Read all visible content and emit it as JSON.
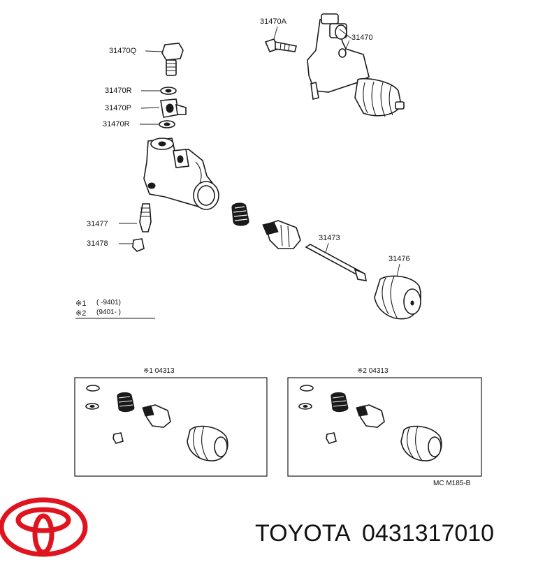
{
  "diagram": {
    "labels": {
      "p31470A": "31470A",
      "p31470": "31470",
      "p31470Q": "31470Q",
      "p31470R_top": "31470R",
      "p31470P": "31470P",
      "p31470R_bottom": "31470R",
      "p31477": "31477",
      "p31478": "31478",
      "p31473": "31473",
      "p31476": "31476"
    },
    "legend": {
      "row1_mark": "※1",
      "row1_range": "(       -9401)",
      "row2_mark": "※2",
      "row2_range": "(9401-       )"
    },
    "kits": [
      {
        "title": "※1 04313"
      },
      {
        "title": "※2 04313"
      }
    ],
    "ref_code": "MC M185-B"
  },
  "brand": {
    "name": "TOYOTA",
    "part_number": "0431317010",
    "logo_color": "#e0141e"
  }
}
